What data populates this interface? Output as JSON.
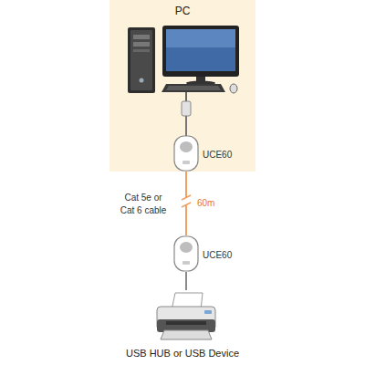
{
  "diagram": {
    "nodes": [
      {
        "text": [
          "PC"
        ]
      },
      {
        "text": [
          "UCE60"
        ],
        "in": 0
      },
      {
        "text": [
          "UCE60"
        ]
      },
      {
        "text": [
          "USB HUB or USB Device"
        ]
      }
    ],
    "edges": [
      {
        "from": 1,
        "to": 2,
        "arrow": "none",
        "label": "60m"
      },
      {
        "from": 2,
        "to": 3,
        "arrow": "none"
      }
    ],
    "labels": [
      "Cat 5e or Cat 6 cable"
    ]
  }
}
